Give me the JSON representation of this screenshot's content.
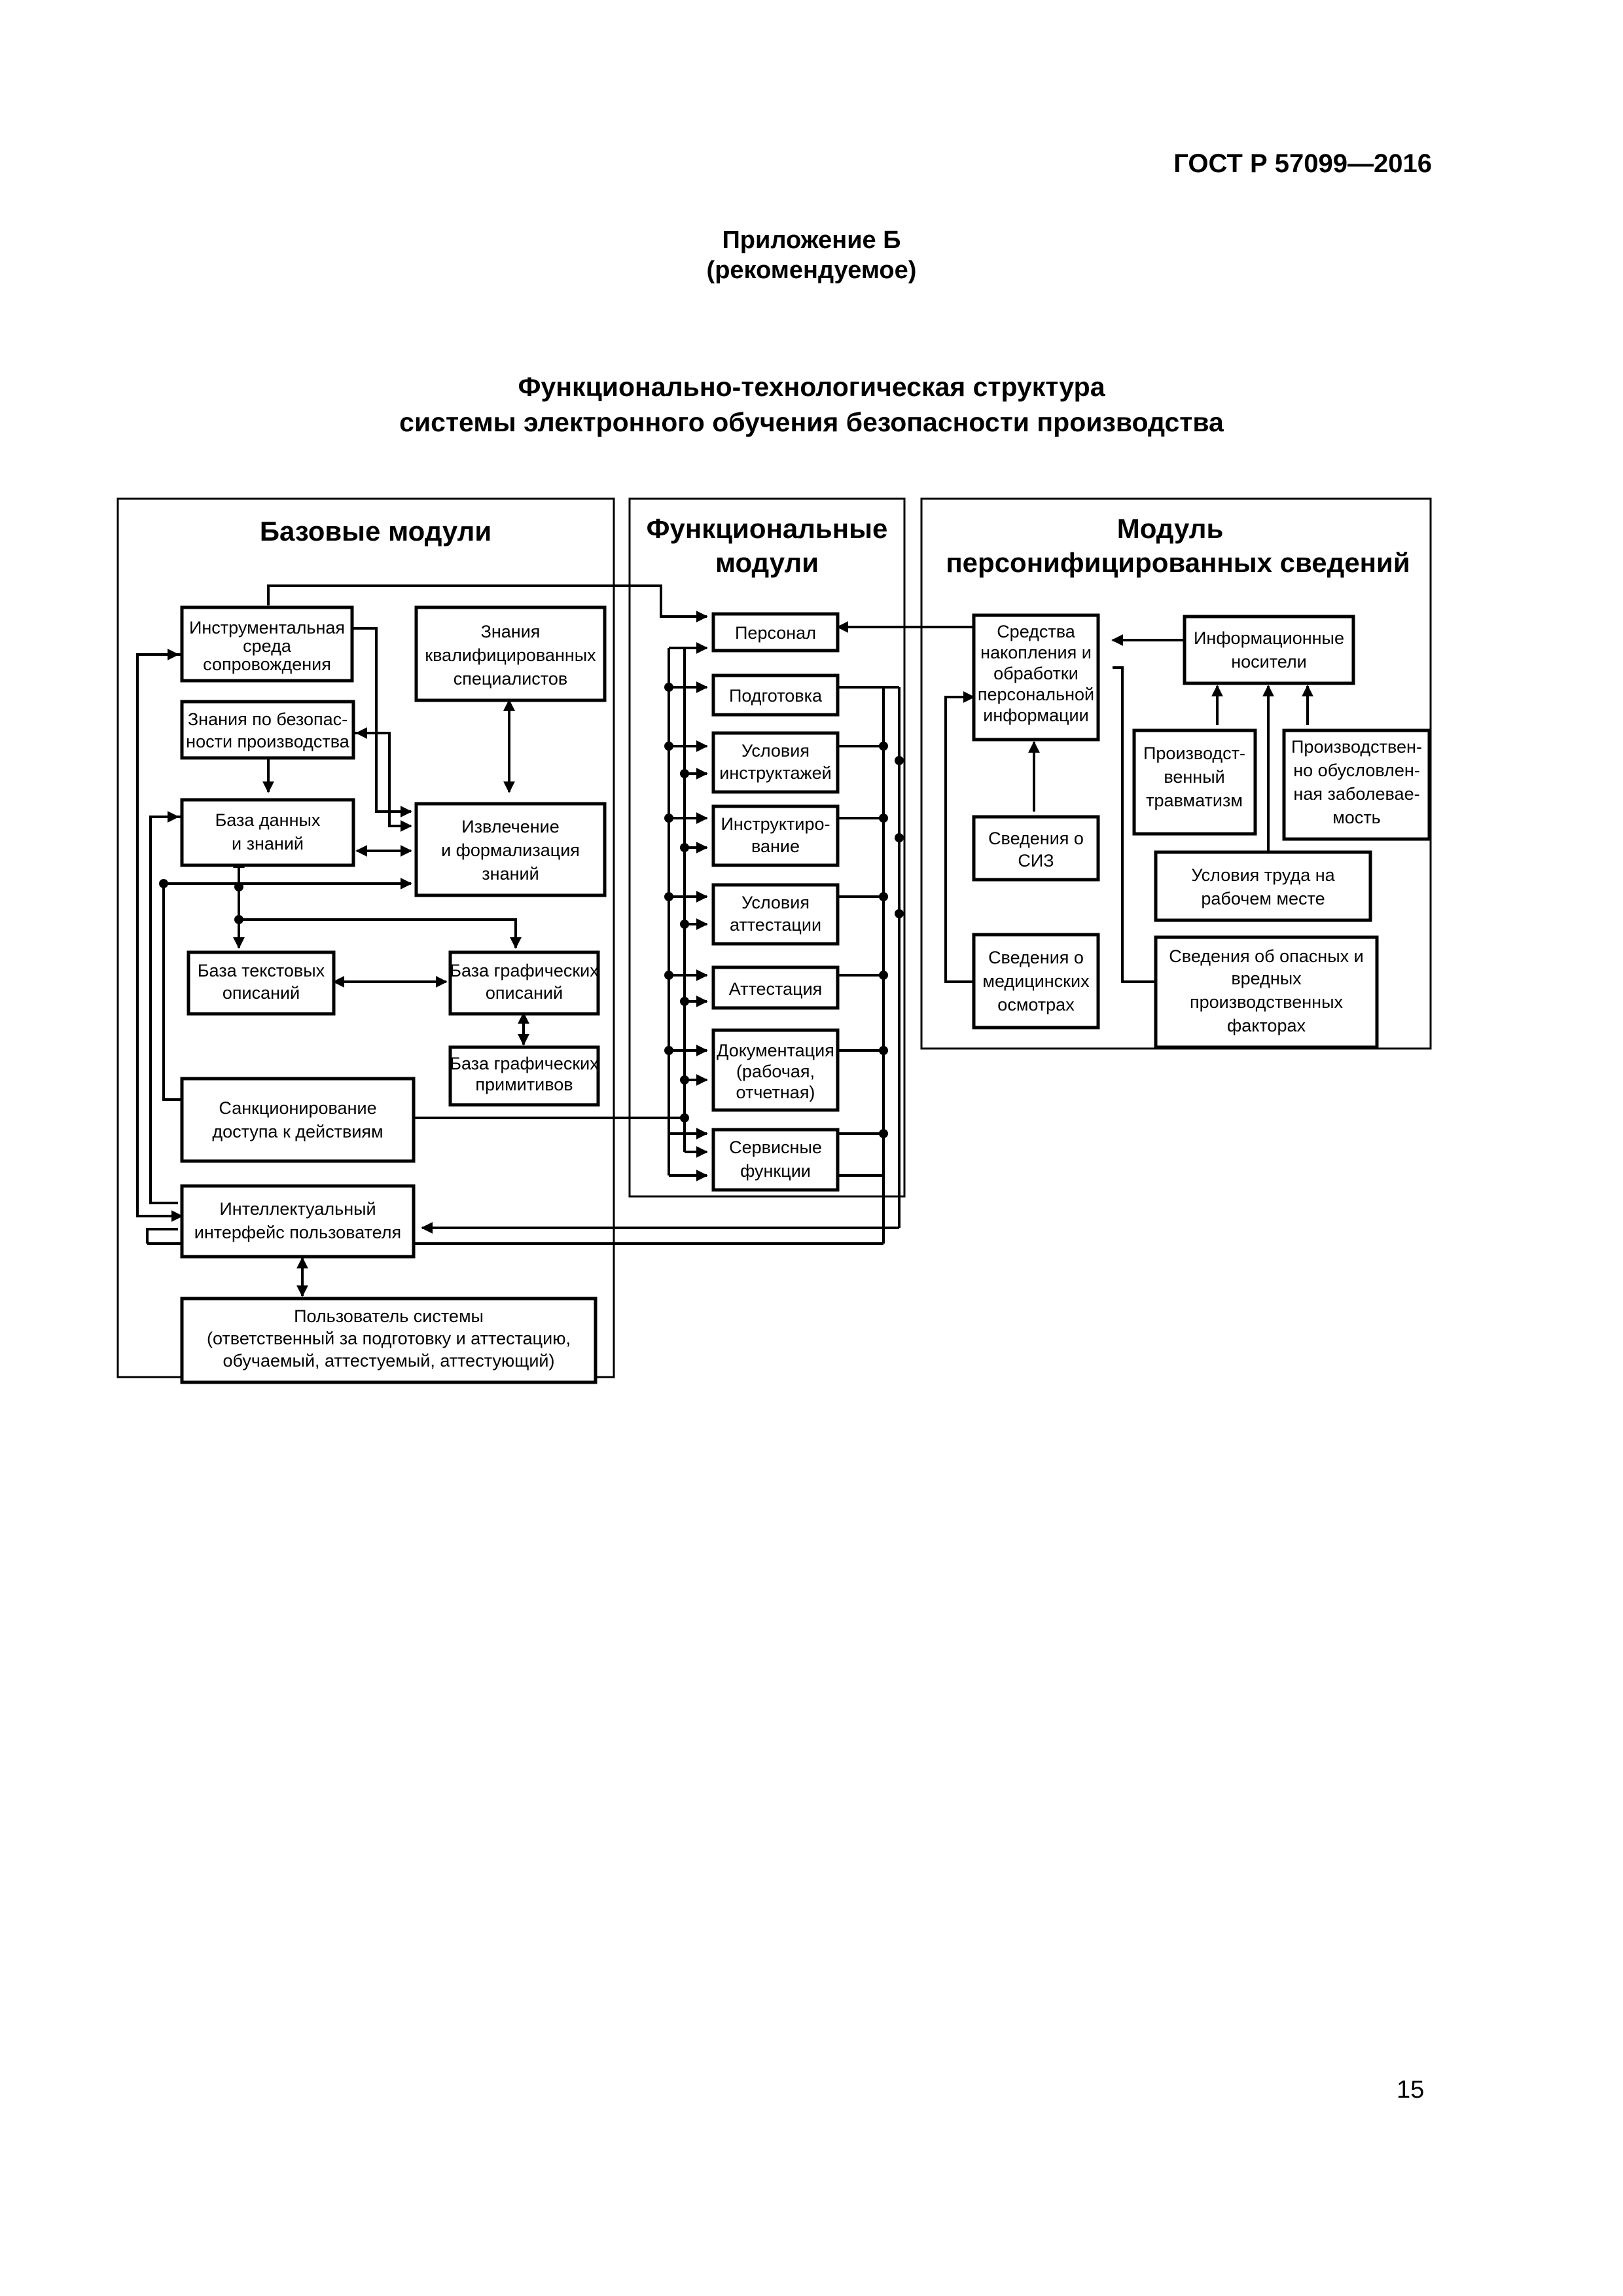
{
  "page": {
    "standard": "ГОСТ Р 57099—2016",
    "appendix": "Приложение Б",
    "appendix_type": "(рекомендуемое)",
    "title_line1": "Функционально-технологическая структура",
    "title_line2": "системы электронного обучения безопасности производства",
    "page_number": "15"
  },
  "diagram": {
    "base": {
      "header": "Базовые модули",
      "instr_env": [
        "Инструментальная",
        "среда",
        "сопровождения"
      ],
      "expert_knowledge": [
        "Знания",
        "квалифицированных",
        "специалистов"
      ],
      "safety_knowledge": [
        "Знания по безопас-",
        "ности производства"
      ],
      "database": [
        "База данных",
        "и знаний"
      ],
      "extraction": [
        "Извлечение",
        "и формализация",
        "знаний"
      ],
      "text_base": [
        "База текстовых",
        "описаний"
      ],
      "graphic_base": [
        "База графических",
        "описаний"
      ],
      "primitives_base": [
        "База графических",
        "примитивов"
      ],
      "access": [
        "Санкционирование",
        "доступа к  действиям"
      ],
      "ui": [
        "Интеллектуальный",
        "интерфейс пользователя"
      ],
      "user": [
        "Пользователь системы",
        "(ответственный за подготовку и аттестацию,",
        "обучаемый, аттестуемый, аттестующий)"
      ]
    },
    "functional": {
      "header": [
        "Функциональные",
        "модули"
      ],
      "personnel": [
        "Персонал"
      ],
      "training": [
        "Подготовка"
      ],
      "briefing_conditions": [
        "Условия",
        "инструктажей"
      ],
      "briefing": [
        "Инструктиро-",
        "вание"
      ],
      "attestation_conditions": [
        "Условия",
        "аттестации"
      ],
      "attestation": [
        "Аттестация"
      ],
      "documentation": [
        "Документация",
        "(рабочая,",
        "отчетная)"
      ],
      "service": [
        "Сервисные",
        "функции"
      ]
    },
    "personal": {
      "header": [
        "Модуль",
        "персонифицированных сведений"
      ],
      "accumulation": [
        "Средства",
        "накопления и",
        "обработки",
        "персональной",
        "информации"
      ],
      "media": [
        "Информационные",
        "носители"
      ],
      "injuries": [
        "Производст-",
        "венный",
        "травматизм"
      ],
      "diseases": [
        "Производствен-",
        "но обусловлен-",
        "ная заболевае-",
        "мость"
      ],
      "ppe": [
        "Сведения о",
        "СИЗ"
      ],
      "medical": [
        "Сведения о",
        "медицинских",
        "осмотрах"
      ],
      "workplace": [
        "Условия труда на",
        "рабочем месте"
      ],
      "hazards": [
        "Сведения об опасных и",
        "вредных",
        "производственных",
        "факторах"
      ]
    }
  }
}
